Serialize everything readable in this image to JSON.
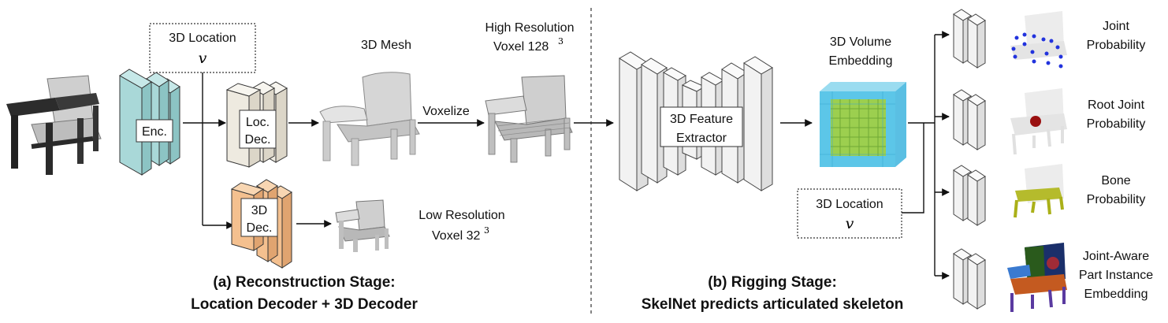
{
  "reconstruction": {
    "input_label": "3D Location",
    "input_var": "v",
    "encoder_label": "Enc.",
    "loc_decoder_line1": "Loc.",
    "loc_decoder_line2": "Dec.",
    "decoder3d_line1": "3D",
    "decoder3d_line2": "Dec.",
    "mesh_label": "3D Mesh",
    "voxelize_label": "Voxelize",
    "high_res_line1": "High Resolution",
    "high_res_line2": "Voxel 128",
    "high_res_exp": "3",
    "low_res_line1": "Low Resolution",
    "low_res_line2": "Voxel 32",
    "low_res_exp": "3",
    "caption_line1": "(a) Reconstruction Stage:",
    "caption_line2": "Location Decoder + 3D Decoder"
  },
  "rigging": {
    "extractor_line1": "3D Feature",
    "extractor_line2": "Extractor",
    "embedding_line1": "3D Volume",
    "embedding_line2": "Embedding",
    "input_label": "3D Location",
    "input_var": "v",
    "caption_line1": "(b) Rigging Stage:",
    "caption_line2": "SkelNet predicts articulated skeleton",
    "outputs": [
      {
        "line1": "Joint",
        "line2": "Probability",
        "line3": ""
      },
      {
        "line1": "Root Joint",
        "line2": "Probability",
        "line3": ""
      },
      {
        "line1": "Bone",
        "line2": "Probability",
        "line3": ""
      },
      {
        "line1": "Joint-Aware",
        "line2": "Part Instance",
        "line3": "Embedding"
      }
    ]
  },
  "colors": {
    "encoder": "#a9d8d8",
    "loc_decoder": "#eeeae0",
    "decoder3d": "#f4c08f",
    "feature_extractor": "#f2f2f2",
    "volume_outer": "#5cc6e8",
    "volume_inner": "#9ccf4f",
    "joint_points": "#2233dd",
    "root_point": "#9a1010",
    "bone_points": "#aab018"
  }
}
